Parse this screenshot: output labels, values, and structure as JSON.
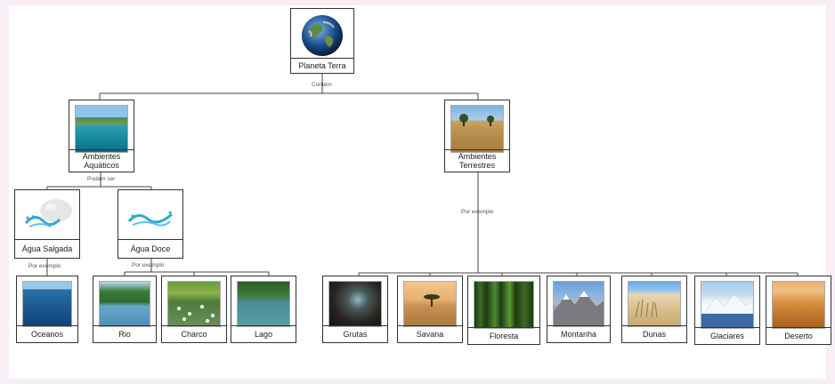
{
  "root": {
    "label": "Planeta Terra"
  },
  "connectors": {
    "contem": "Contém",
    "podem_ser": "Podem ser",
    "por_exemplo_terrestre": "Por exemplo",
    "por_exemplo_salgada": "Por exemplo",
    "por_exemplo_doce": "Por exemplo"
  },
  "level1": {
    "aquaticos": "Ambientes Aquáticos",
    "terrestres": "Ambientes Terrestres"
  },
  "aquatic_types": {
    "salgada": "Água Salgada",
    "doce": "Água Doce"
  },
  "examples": {
    "oceanos": "Oceanos",
    "rio": "Rio",
    "charco": "Charco",
    "lago": "Lago",
    "grutas": "Grutas",
    "savana": "Savana",
    "floresta": "Floresta",
    "montanha": "Montanha",
    "dunas": "Dunas",
    "glaciares": "Glaciares",
    "deserto": "Deserto"
  }
}
